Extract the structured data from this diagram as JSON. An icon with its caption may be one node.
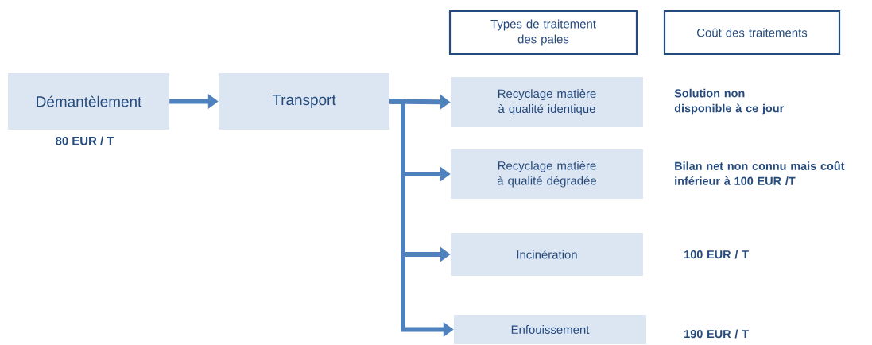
{
  "diagram": {
    "nodes": [
      {
        "text": [
          "Types de traitement des pales"
        ]
      },
      {
        "text": [
          "Coût des traitements"
        ]
      },
      {
        "text": [
          "Démantèlement"
        ],
        "beside": [
          "80 EUR / T"
        ]
      },
      {
        "text": [
          "Transport"
        ]
      },
      {
        "text": [
          "Recyclage matière à qualité identique"
        ]
      },
      {
        "text": [
          "Recyclage matière à qualité dégradée"
        ]
      },
      {
        "text": [
          "Incinération"
        ]
      },
      {
        "text": [
          "Enfouissement"
        ]
      }
    ],
    "edges": [
      {
        "from": 2,
        "to": 3,
        "arrow": "to"
      },
      {
        "from": 3,
        "to": 4,
        "arrow": "to"
      },
      {
        "from": 3,
        "to": 5,
        "arrow": "to"
      },
      {
        "from": 3,
        "to": 6,
        "arrow": "to"
      },
      {
        "from": 3,
        "to": 7,
        "arrow": "to"
      }
    ],
    "labels": [
      "Solution non disponible à ce jour",
      "Bilan net non connu mais coût inférieur à 100 EUR /T",
      "100 EUR / T",
      "190 EUR / T"
    ]
  }
}
